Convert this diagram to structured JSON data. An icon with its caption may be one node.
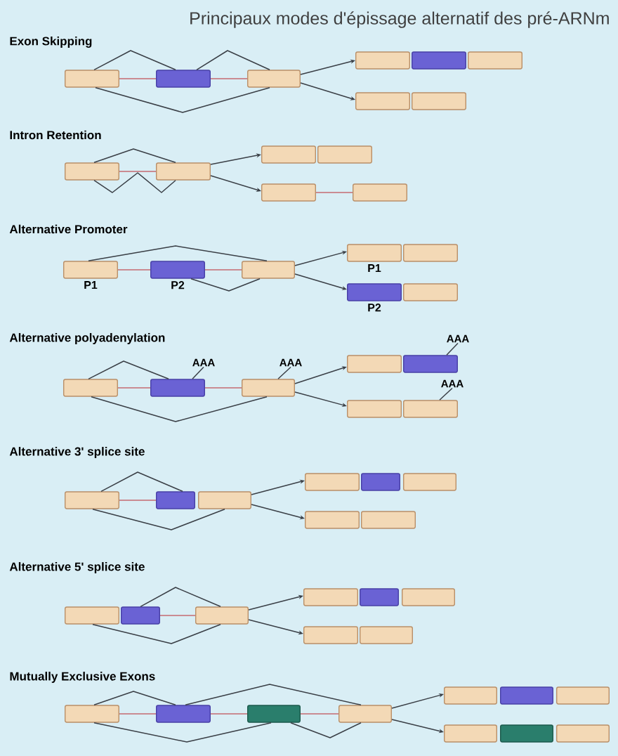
{
  "diagram": {
    "title": "Principaux modes d'épissage alternatif des pré-ARNm",
    "nodes": [
      {
        "text": [],
        "shape": "box"
      },
      {
        "text": [],
        "shape": "box"
      },
      {
        "text": [],
        "shape": "box"
      },
      {
        "text": [],
        "shape": "box"
      },
      {
        "text": [],
        "shape": "box"
      },
      {
        "text": [],
        "shape": "box"
      },
      {
        "text": [],
        "shape": "box"
      },
      {
        "text": [],
        "shape": "box"
      },
      {
        "text": [],
        "shape": "box"
      },
      {
        "text": [],
        "shape": "box"
      },
      {
        "text": [],
        "shape": "box"
      },
      {
        "text": [],
        "shape": "box"
      },
      {
        "text": [],
        "shape": "box"
      },
      {
        "text": [],
        "shape": "box"
      },
      {
        "text": [],
        "shape": "box",
        "beside": [
          "P1"
        ]
      },
      {
        "text": [],
        "shape": "box",
        "beside": [
          "P2"
        ]
      },
      {
        "text": [],
        "shape": "box"
      },
      {
        "text": [],
        "shape": "box",
        "beside": [
          "P1"
        ]
      },
      {
        "text": [],
        "shape": "box"
      },
      {
        "text": [],
        "shape": "box",
        "beside": [
          "P2"
        ]
      },
      {
        "text": [],
        "shape": "box"
      },
      {
        "text": [],
        "shape": "box"
      },
      {
        "text": [],
        "shape": "box"
      },
      {
        "text": [],
        "shape": "box"
      },
      {
        "text": [
          "AAA"
        ]
      },
      {
        "text": [
          "AAA"
        ]
      },
      {
        "text": [],
        "shape": "box"
      },
      {
        "text": [],
        "shape": "box"
      },
      {
        "text": [
          "AAA"
        ]
      },
      {
        "text": [],
        "shape": "box"
      },
      {
        "text": [],
        "shape": "box"
      },
      {
        "text": [
          "AAA"
        ]
      },
      {
        "text": [],
        "shape": "box"
      },
      {
        "text": [],
        "shape": "box"
      },
      {
        "text": [],
        "shape": "box"
      },
      {
        "text": [],
        "shape": "box"
      },
      {
        "text": [],
        "shape": "box"
      },
      {
        "text": [],
        "shape": "box"
      },
      {
        "text": [],
        "shape": "box"
      },
      {
        "text": [],
        "shape": "box"
      },
      {
        "text": [],
        "shape": "box"
      },
      {
        "text": [],
        "shape": "box"
      },
      {
        "text": [],
        "shape": "box"
      },
      {
        "text": [],
        "shape": "box"
      },
      {
        "text": [],
        "shape": "box"
      },
      {
        "text": [],
        "shape": "box"
      },
      {
        "text": [],
        "shape": "box"
      },
      {
        "text": [],
        "shape": "box"
      },
      {
        "text": [],
        "shape": "box"
      },
      {
        "text": [],
        "shape": "box"
      },
      {
        "text": [],
        "shape": "box"
      },
      {
        "text": [],
        "shape": "box"
      },
      {
        "text": [],
        "shape": "box"
      },
      {
        "text": [],
        "shape": "box"
      },
      {
        "text": [],
        "shape": "box"
      },
      {
        "text": [],
        "shape": "box"
      },
      {
        "text": [],
        "shape": "box"
      },
      {
        "text": [],
        "shape": "box"
      }
    ],
    "edges": [
      {
        "from": 0,
        "to": 1,
        "arrow": "none",
        "color": "#c46a70"
      },
      {
        "from": 1,
        "to": 2,
        "arrow": "none",
        "color": "#c46a70"
      },
      {
        "from": 0,
        "to": 1,
        "arrow": "none"
      },
      {
        "from": 1,
        "to": 2,
        "arrow": "none"
      },
      {
        "from": 0,
        "to": 2,
        "arrow": "none"
      },
      {
        "from": 2,
        "to": 3,
        "arrow": "to"
      },
      {
        "from": 2,
        "to": 6,
        "arrow": "to"
      },
      {
        "from": 8,
        "to": 9,
        "arrow": "none",
        "color": "#c46a70"
      },
      {
        "from": 8,
        "to": 9,
        "arrow": "none"
      },
      {
        "from": 8,
        "to": 9,
        "arrow": "none"
      },
      {
        "from": 9,
        "to": 10,
        "arrow": "to"
      },
      {
        "from": 9,
        "to": 12,
        "arrow": "to"
      },
      {
        "from": 12,
        "to": 13,
        "arrow": "none",
        "color": "#c46a70"
      },
      {
        "from": 14,
        "to": 15,
        "arrow": "none",
        "color": "#c46a70"
      },
      {
        "from": 15,
        "to": 16,
        "arrow": "none",
        "color": "#c46a70"
      },
      {
        "from": 14,
        "to": 16,
        "arrow": "none"
      },
      {
        "from": 15,
        "to": 16,
        "arrow": "none"
      },
      {
        "from": 16,
        "to": 17,
        "arrow": "to"
      },
      {
        "from": 16,
        "to": 19,
        "arrow": "to"
      },
      {
        "from": 21,
        "to": 22,
        "arrow": "none",
        "color": "#c46a70"
      },
      {
        "from": 22,
        "to": 23,
        "arrow": "none",
        "color": "#c46a70"
      },
      {
        "from": 21,
        "to": 22,
        "arrow": "none"
      },
      {
        "from": 21,
        "to": 23,
        "arrow": "none"
      },
      {
        "from": 24,
        "to": 22,
        "arrow": "none"
      },
      {
        "from": 25,
        "to": 23,
        "arrow": "none"
      },
      {
        "from": 23,
        "to": 26,
        "arrow": "to"
      },
      {
        "from": 23,
        "to": 29,
        "arrow": "to"
      },
      {
        "from": 28,
        "to": 27,
        "arrow": "none"
      },
      {
        "from": 31,
        "to": 30,
        "arrow": "none"
      },
      {
        "from": 32,
        "to": 33,
        "arrow": "none",
        "color": "#c46a70"
      },
      {
        "from": 32,
        "to": 33,
        "arrow": "none"
      },
      {
        "from": 32,
        "to": 34,
        "arrow": "none"
      },
      {
        "from": 34,
        "to": 35,
        "arrow": "to"
      },
      {
        "from": 34,
        "to": 38,
        "arrow": "to"
      },
      {
        "from": 41,
        "to": 42,
        "arrow": "none",
        "color": "#c46a70"
      },
      {
        "from": 41,
        "to": 42,
        "arrow": "none"
      },
      {
        "from": 40,
        "to": 42,
        "arrow": "none"
      },
      {
        "from": 42,
        "to": 43,
        "arrow": "to"
      },
      {
        "from": 42,
        "to": 46,
        "arrow": "to"
      },
      {
        "from": 48,
        "to": 49,
        "arrow": "none",
        "color": "#c46a70"
      },
      {
        "from": 49,
        "to": 50,
        "arrow": "none",
        "color": "#c46a70"
      },
      {
        "from": 50,
        "to": 51,
        "arrow": "none",
        "color": "#c46a70"
      },
      {
        "from": 48,
        "to": 49,
        "arrow": "none"
      },
      {
        "from": 49,
        "to": 51,
        "arrow": "none"
      },
      {
        "from": 48,
        "to": 50,
        "arrow": "none"
      },
      {
        "from": 50,
        "to": 51,
        "arrow": "none"
      },
      {
        "from": 51,
        "to": 52,
        "arrow": "to"
      },
      {
        "from": 51,
        "to": 55,
        "arrow": "to"
      }
    ],
    "labels": [
      "Exon Skipping",
      "Intron Retention",
      "Alternative Promoter",
      "Alternative polyadenylation",
      "Alternative 3' splice site",
      "Alternative 5' splice site",
      "Mutually Exclusive Exons"
    ]
  }
}
